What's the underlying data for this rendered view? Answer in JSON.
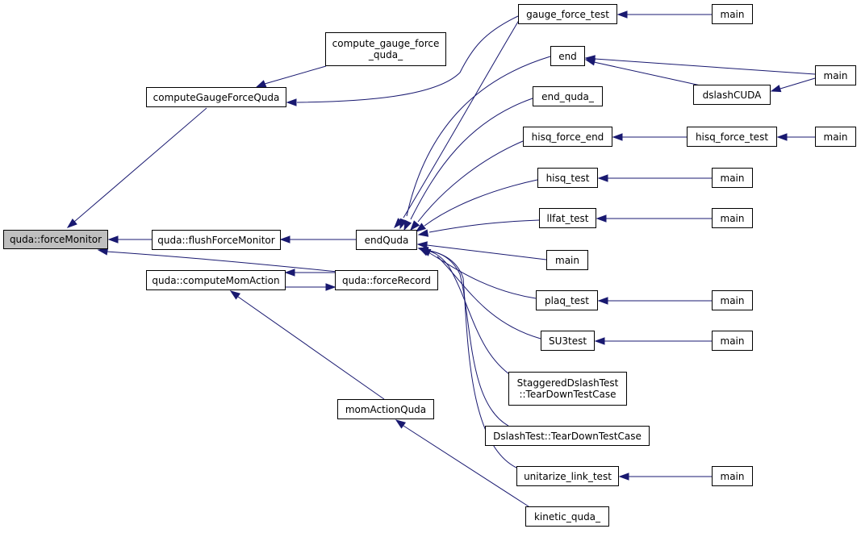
{
  "colors": {
    "edge": "#191970",
    "node_border": "#000000",
    "node_fill": "#ffffff",
    "focus_fill": "#bfbfbf"
  },
  "nodes": {
    "forceMonitor": [
      "quda::forceMonitor"
    ],
    "computeGaugeForceQuda": [
      "computeGaugeForceQuda"
    ],
    "compute_gauge_force_quda_": [
      "compute_gauge_force",
      "_quda_"
    ],
    "flushForceMonitor": [
      "quda::flushForceMonitor"
    ],
    "computeMomAction": [
      "quda::computeMomAction"
    ],
    "forceRecord": [
      "quda::forceRecord"
    ],
    "endQuda": [
      "endQuda"
    ],
    "momActionQuda": [
      "momActionQuda"
    ],
    "kinetic_quda_": [
      "kinetic_quda_"
    ],
    "gauge_force_test": [
      "gauge_force_test"
    ],
    "end": [
      "end"
    ],
    "end_quda_": [
      "end_quda_"
    ],
    "hisq_force_end": [
      "hisq_force_end"
    ],
    "hisq_test": [
      "hisq_test"
    ],
    "llfat_test": [
      "llfat_test"
    ],
    "main_endquda": [
      "main"
    ],
    "plaq_test": [
      "plaq_test"
    ],
    "SU3test": [
      "SU3test"
    ],
    "staggered_teardown": [
      "StaggeredDslashTest",
      "::TearDownTestCase"
    ],
    "dslash_teardown": [
      "DslashTest::TearDownTestCase"
    ],
    "unitarize_link_test": [
      "unitarize_link_test"
    ],
    "dslashCUDA": [
      "dslashCUDA"
    ],
    "hisq_force_test": [
      "hisq_force_test"
    ],
    "main_gauge_force_test": [
      "main"
    ],
    "main_end": [
      "main"
    ],
    "main_hisq_force_test": [
      "main"
    ],
    "main_hisq_test": [
      "main"
    ],
    "main_llfat_test": [
      "main"
    ],
    "main_plaq_test": [
      "main"
    ],
    "main_su3test": [
      "main"
    ],
    "main_unitarize": [
      "main"
    ]
  },
  "edges": [
    [
      "computeGaugeForceQuda",
      "forceMonitor"
    ],
    [
      "flushForceMonitor",
      "forceMonitor"
    ],
    [
      "forceRecord",
      "forceMonitor"
    ],
    [
      "compute_gauge_force_quda_",
      "computeGaugeForceQuda"
    ],
    [
      "gauge_force_test",
      "computeGaugeForceQuda"
    ],
    [
      "endQuda",
      "flushForceMonitor"
    ],
    [
      "forceRecord",
      "computeMomAction"
    ],
    [
      "computeMomAction",
      "forceRecord"
    ],
    [
      "momActionQuda",
      "computeMomAction"
    ],
    [
      "kinetic_quda_",
      "momActionQuda"
    ],
    [
      "gauge_force_test",
      "endQuda"
    ],
    [
      "end",
      "endQuda"
    ],
    [
      "end_quda_",
      "endQuda"
    ],
    [
      "hisq_force_end",
      "endQuda"
    ],
    [
      "hisq_test",
      "endQuda"
    ],
    [
      "llfat_test",
      "endQuda"
    ],
    [
      "main_endquda",
      "endQuda"
    ],
    [
      "plaq_test",
      "endQuda"
    ],
    [
      "SU3test",
      "endQuda"
    ],
    [
      "staggered_teardown",
      "endQuda"
    ],
    [
      "dslash_teardown",
      "endQuda"
    ],
    [
      "unitarize_link_test",
      "endQuda"
    ],
    [
      "main_gauge_force_test",
      "gauge_force_test"
    ],
    [
      "main_end",
      "end"
    ],
    [
      "dslashCUDA",
      "end"
    ],
    [
      "main_end",
      "dslashCUDA"
    ],
    [
      "hisq_force_test",
      "hisq_force_end"
    ],
    [
      "main_hisq_force_test",
      "hisq_force_test"
    ],
    [
      "main_hisq_test",
      "hisq_test"
    ],
    [
      "main_llfat_test",
      "llfat_test"
    ],
    [
      "main_plaq_test",
      "plaq_test"
    ],
    [
      "main_su3test",
      "SU3test"
    ],
    [
      "main_unitarize",
      "unitarize_link_test"
    ]
  ]
}
